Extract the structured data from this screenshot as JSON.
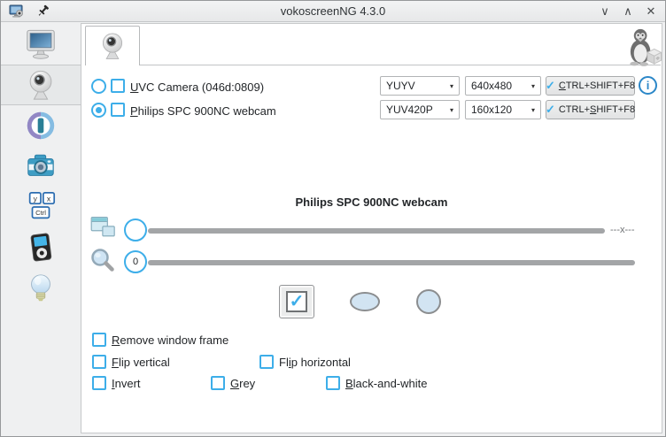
{
  "titlebar": {
    "title": "vokoscreenNG 4.3.0",
    "minimize_glyph": "∨",
    "maximize_glyph": "∧",
    "close_glyph": "✕"
  },
  "glyphs": {
    "dropdown_arrow": "▾",
    "check": "✓",
    "info": "i"
  },
  "sidebar": {
    "items": [
      {
        "id": "screen",
        "icon": "monitor-icon",
        "selected": false
      },
      {
        "id": "webcam",
        "icon": "webcam-icon",
        "selected": true
      },
      {
        "id": "countdown",
        "icon": "timer-icon",
        "selected": false
      },
      {
        "id": "screenshot",
        "icon": "photo-camera-icon",
        "selected": false
      },
      {
        "id": "showkeys",
        "icon": "keyboard-keys-icon",
        "selected": false
      },
      {
        "id": "player",
        "icon": "media-player-icon",
        "selected": false
      },
      {
        "id": "help",
        "icon": "lightbulb-icon",
        "selected": false
      }
    ],
    "keys_icon": {
      "key1": "y",
      "key2": "x",
      "key3": "Ctrl"
    }
  },
  "cameras": {
    "rows": [
      {
        "radio_checked": false,
        "checkbox_checked": false,
        "label": {
          "pre": "",
          "key": "U",
          "post": "VC Camera (046d:0809)"
        },
        "format": "YUYV",
        "resolution": "640x480",
        "hotkey": {
          "pre": "",
          "key": "C",
          "post": "TRL+SHIFT+F8"
        }
      },
      {
        "radio_checked": true,
        "checkbox_checked": false,
        "label": {
          "pre": "",
          "key": "P",
          "post": "hilips SPC 900NC webcam"
        },
        "format": "YUV420P",
        "resolution": "160x120",
        "hotkey": {
          "pre": "CTRL+",
          "key": "S",
          "post": "HIFT+F8"
        }
      }
    ]
  },
  "preview": {
    "title": "Philips SPC 900NC webcam",
    "size_label": "---x---",
    "zoom_level": "0"
  },
  "effects": {
    "remove_frame": {
      "pre": "",
      "key": "R",
      "post": "emove window frame"
    },
    "flip_vertical": {
      "pre": "",
      "key": "F",
      "post": "lip vertical"
    },
    "flip_horizontal": {
      "pre": "Fl",
      "key": "i",
      "post": "p horizontal"
    },
    "invert": {
      "pre": "",
      "key": "I",
      "post": "nvert"
    },
    "grey": {
      "pre": "",
      "key": "G",
      "post": "rey"
    },
    "black_and_white": {
      "pre": "",
      "key": "B",
      "post": "lack-and-white"
    }
  },
  "colors": {
    "accent": "#3daee9",
    "info_blue": "#2b87c8",
    "slider_track": "#a3a5a7",
    "shape_fill": "#d2e4f2",
    "panel_bg": "#ffffff",
    "chrome_bg": "#eff0f1"
  }
}
